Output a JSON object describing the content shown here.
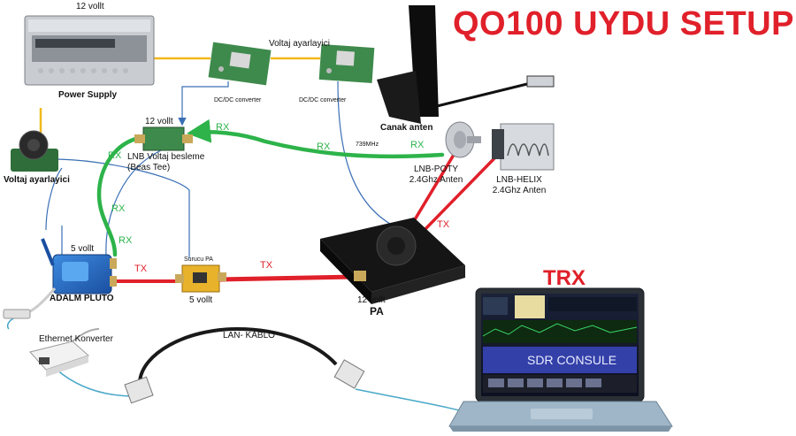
{
  "title": "QO100 UYDU SETUP",
  "labels": {
    "psu_voltage": "12 vollt",
    "power_supply": "Power Supply",
    "voltaj_ayarlayici_top": "Voltaj ayarlayici",
    "dcdc_1": "DC/DC converter",
    "dcdc_2": "DC/DC converter",
    "bias_voltage": "12 vollt",
    "lnb_besleme": "LNB Voltaj besleme",
    "beas_tee": "(Beas Tee)",
    "voltaj_ayarlayici_left": "Voltaj ayarlayici",
    "canak_anten": "Canak anten",
    "freq_739": "739MHz",
    "lnb_poty": "LNB-POTY",
    "lnb_poty_band": "2.4Ghz Anten",
    "lnb_helix": "LNB-HELIX",
    "lnb_helix_band": "2.4Ghz Anten",
    "pluto_voltage": "5 vollt",
    "adalm_pluto": "ADALM PLUTO",
    "surucu_pa": "Surucu PA",
    "driver_voltage": "5 vollt",
    "pa_voltage": "12 vollt",
    "pa": "PA",
    "ethernet_konverter": "Ethernet Konverter",
    "lan_kablo": "LAN- KABLO",
    "trx": "TRX",
    "sdr_consule": "SDR CONSULE"
  },
  "signals": {
    "rx_1": "RX",
    "rx_2": "RX",
    "rx_3": "RX",
    "rx_4": "RX",
    "rx_5": "RX",
    "rx_6": "RX",
    "tx_1": "TX",
    "tx_2": "TX",
    "tx_3": "TX"
  },
  "colors": {
    "title": "#e0202a",
    "rx_line": "#2db34a",
    "tx_line": "#e0202a",
    "power_line": "#f2b81c",
    "control_line": "#3a6fb5"
  }
}
